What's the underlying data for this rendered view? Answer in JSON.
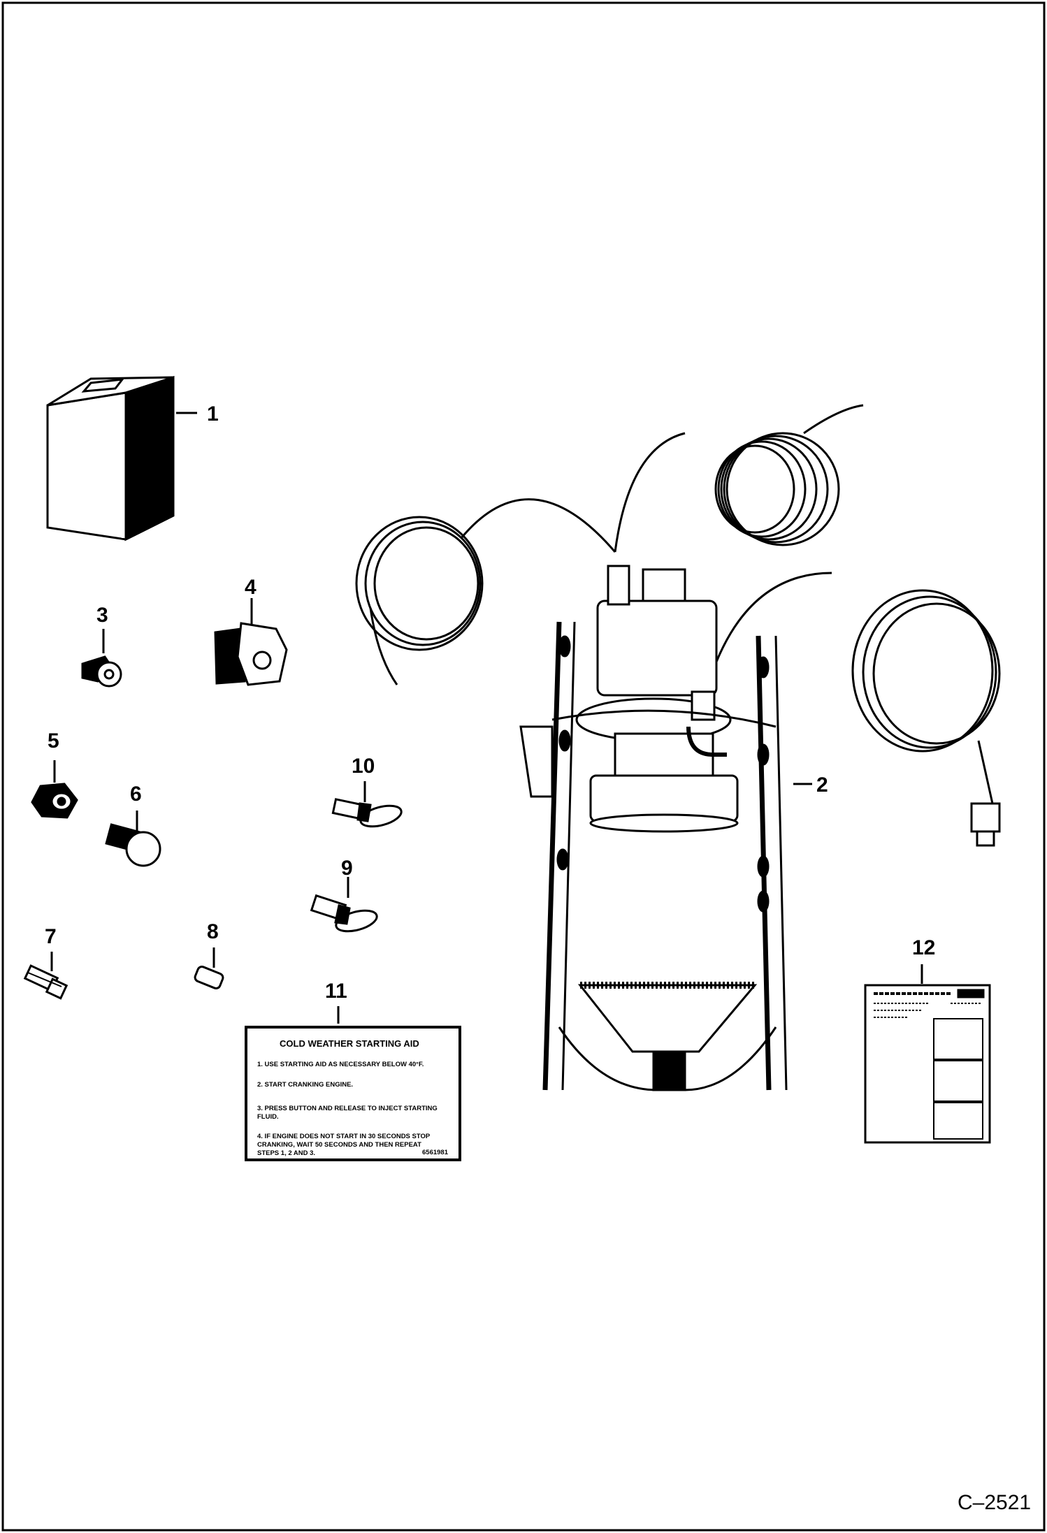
{
  "callouts": {
    "c1": "1",
    "c2": "2",
    "c3": "3",
    "c4": "4",
    "c5": "5",
    "c6": "6",
    "c7": "7",
    "c8": "8",
    "c9": "9",
    "c10": "10",
    "c11": "11",
    "c12": "12"
  },
  "decal": {
    "title": "COLD WEATHER STARTING AID",
    "lines": [
      "1.  USE STARTING AID AS NECESSARY BELOW 40°F.",
      "2.  START CRANKING ENGINE.",
      "3.  PRESS BUTTON AND RELEASE TO INJECT STARTING",
      "     FLUID.",
      "4.  IF ENGINE DOES NOT START IN 30 SECONDS STOP",
      "     CRANKING, WAIT 50 SECONDS AND THEN REPEAT",
      "     STEPS 1, 2 AND 3."
    ],
    "part_number": "6561981"
  },
  "figure_code": "C–2521",
  "colors": {
    "ink": "#000000",
    "paper": "#ffffff"
  }
}
